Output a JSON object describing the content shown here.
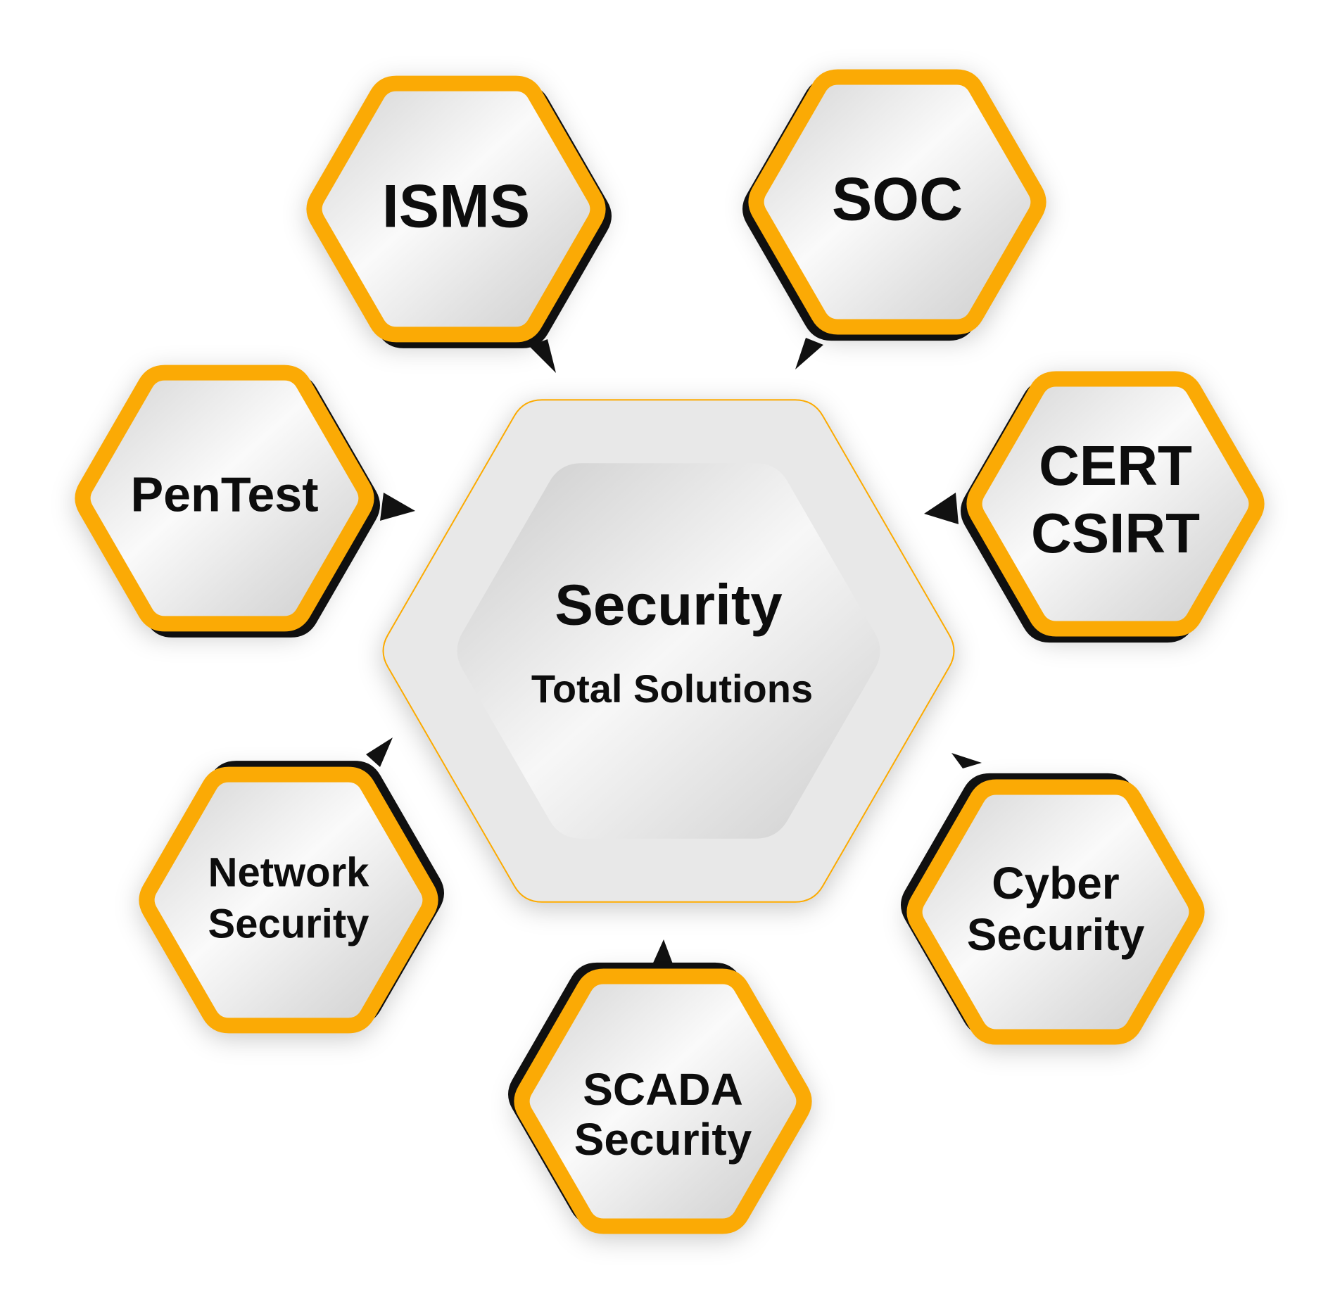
{
  "center": {
    "title": "Security",
    "subtitle": "Total Solutions"
  },
  "nodes": [
    {
      "id": "isms",
      "lines": [
        "ISMS"
      ]
    },
    {
      "id": "soc",
      "lines": [
        "SOC"
      ]
    },
    {
      "id": "cert-csirt",
      "lines": [
        "CERT",
        "CSIRT"
      ]
    },
    {
      "id": "pentest",
      "lines": [
        "PenTest"
      ]
    },
    {
      "id": "network-security",
      "lines": [
        "Network",
        "Security"
      ]
    },
    {
      "id": "cyber-security",
      "lines": [
        "Cyber",
        "Security"
      ]
    },
    {
      "id": "scada-security",
      "lines": [
        "SCADA",
        "Security"
      ]
    }
  ],
  "colors": {
    "accent": "#FBAA05",
    "shadow": "#111111",
    "text": "#0d0d0d",
    "fill_light": "#f6f6f6",
    "fill_mid": "#d2d2d2"
  }
}
